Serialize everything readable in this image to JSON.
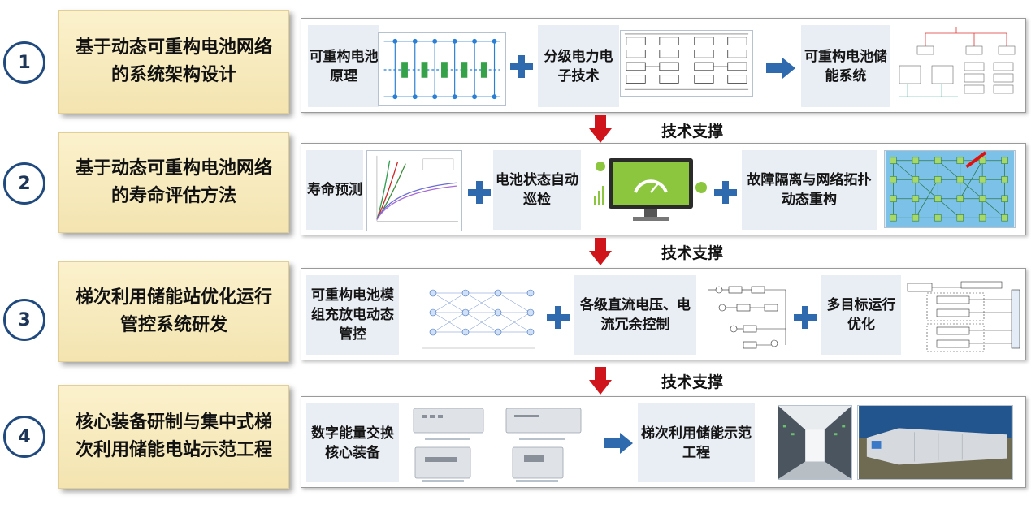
{
  "stages": [
    {
      "number": "1",
      "title": "基于动态可重构电池网络的系统架构设计",
      "items": [
        "可重构电池原理",
        "分级电力电子技术",
        "可重构电池储能系统"
      ]
    },
    {
      "number": "2",
      "title": "基于动态可重构电池网络的寿命评估方法",
      "items": [
        "寿命预测",
        "电池状态自动巡检",
        "故障隔离与网络拓扑动态重构"
      ]
    },
    {
      "number": "3",
      "title": "梯次利用储能站优化运行管控系统研发",
      "items": [
        "可重构电池模组充放电动态管控",
        "各级直流电压、电流冗余控制",
        "多目标运行优化"
      ]
    },
    {
      "number": "4",
      "title": "核心装备研制与集中式梯次利用储能电站示范工程",
      "items": [
        "数字能量交换核心装备",
        "梯次利用储能示范工程"
      ]
    }
  ],
  "connector_label": "技术支撑",
  "colors": {
    "accent_blue": "#2f6aae",
    "title_fill": "#f3e4b0",
    "label_fill": "#e9eef5",
    "down_arrow": "#d0141b",
    "circle_border": "#20497e"
  },
  "icons": [
    "plus-icon",
    "arrow-right-icon",
    "arrow-down-icon"
  ]
}
